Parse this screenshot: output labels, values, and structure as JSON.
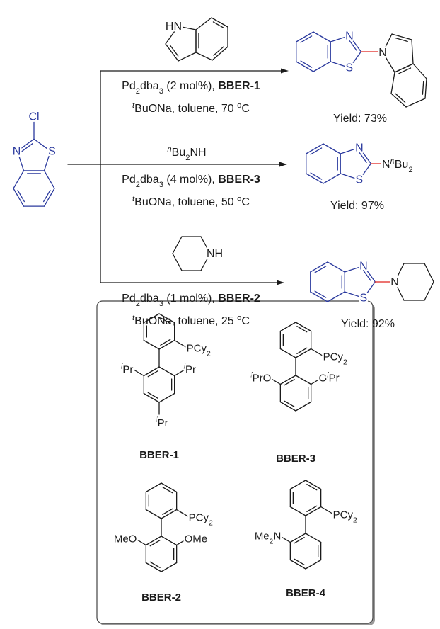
{
  "colors": {
    "heteroaryl": "#2b3a9e",
    "new_bond": "#e0201c",
    "ink": "#1a1a1a"
  },
  "starting_material": {
    "cl": "Cl",
    "n": "N",
    "s": "S"
  },
  "reaction_1": {
    "reagent": {
      "hn": "HN"
    },
    "conditions": {
      "pd": "Pd",
      "pd_sub": "2",
      "dba": "dba",
      "dba_sub": "3",
      "loading": " (2 mol%), ",
      "ligand": "BBER-1",
      "base_sup": "t",
      "base": "BuONa, toluene, 70 ",
      "deg": "o",
      "unit": "C"
    },
    "product": {
      "n": "N",
      "s": "S",
      "n_indole": "N",
      "yield": "Yield: 73%"
    }
  },
  "reaction_2": {
    "reagent": {
      "sup": "n",
      "bu": "Bu",
      "sub": "2",
      "nh": "NH"
    },
    "conditions": {
      "pd": "Pd",
      "pd_sub": "2",
      "dba": "dba",
      "dba_sub": "3",
      "loading": " (4 mol%), ",
      "ligand": "BBER-3",
      "base_sup": "t",
      "base": "BuONa, toluene, 50 ",
      "deg": "o",
      "unit": "C"
    },
    "product": {
      "n": "N",
      "s": "S",
      "amine_n": "N",
      "amine_sup": "n",
      "amine_bu": "Bu",
      "amine_sub": "2",
      "yield": "Yield: 97%"
    }
  },
  "reaction_3": {
    "reagent": {
      "nh": "NH"
    },
    "conditions": {
      "pd": "Pd",
      "pd_sub": "2",
      "dba": "dba",
      "dba_sub": "3",
      "loading": " (1 mol%), ",
      "ligand": "BBER-2",
      "base_sup": "t",
      "base": "BuONa, toluene, 25 ",
      "deg": "o",
      "unit": "C"
    },
    "product": {
      "n": "N",
      "s": "S",
      "n_pip": "N",
      "yield": "Yield: 92%"
    }
  },
  "ligands": [
    {
      "name": "BBER-1",
      "pcy": "PCy",
      "pcy_sub": "2",
      "sup": "i",
      "pr": "Pr"
    },
    {
      "name": "BBER-3",
      "pcy": "PCy",
      "pcy_sub": "2",
      "sup": "i",
      "pro": "PrO",
      "o": "O",
      "pr": "Pr"
    },
    {
      "name": "BBER-2",
      "pcy": "PCy",
      "pcy_sub": "2",
      "meo": "MeO",
      "ome": "OMe"
    },
    {
      "name": "BBER-4",
      "pcy": "PCy",
      "pcy_sub": "2",
      "me": "Me",
      "me_sub": "2",
      "n": "N"
    }
  ]
}
